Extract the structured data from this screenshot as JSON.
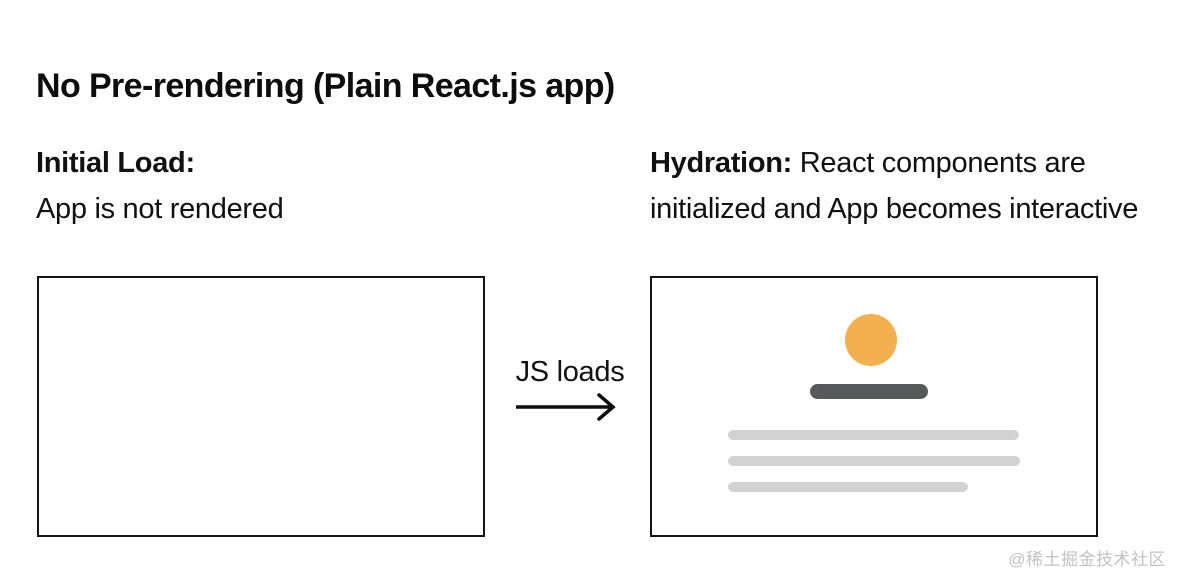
{
  "page": {
    "title": "No Pre-rendering (Plain React.js app)"
  },
  "initial_load": {
    "heading": "Initial Load:",
    "description": "App is not rendered"
  },
  "hydration": {
    "heading": "Hydration:",
    "line1_rest": "React components are",
    "line2": "initialized and App becomes interactive"
  },
  "transition": {
    "label": "JS loads"
  },
  "skeleton": {
    "avatar_color": "#f4b04e",
    "title_bar_color": "#58595b",
    "text_bar_color": "#d2d2d2"
  },
  "colors": {
    "frame_border": "#141414",
    "arrow": "#0d0d0d"
  },
  "watermark": {
    "text": "@稀土掘金技术社区"
  }
}
